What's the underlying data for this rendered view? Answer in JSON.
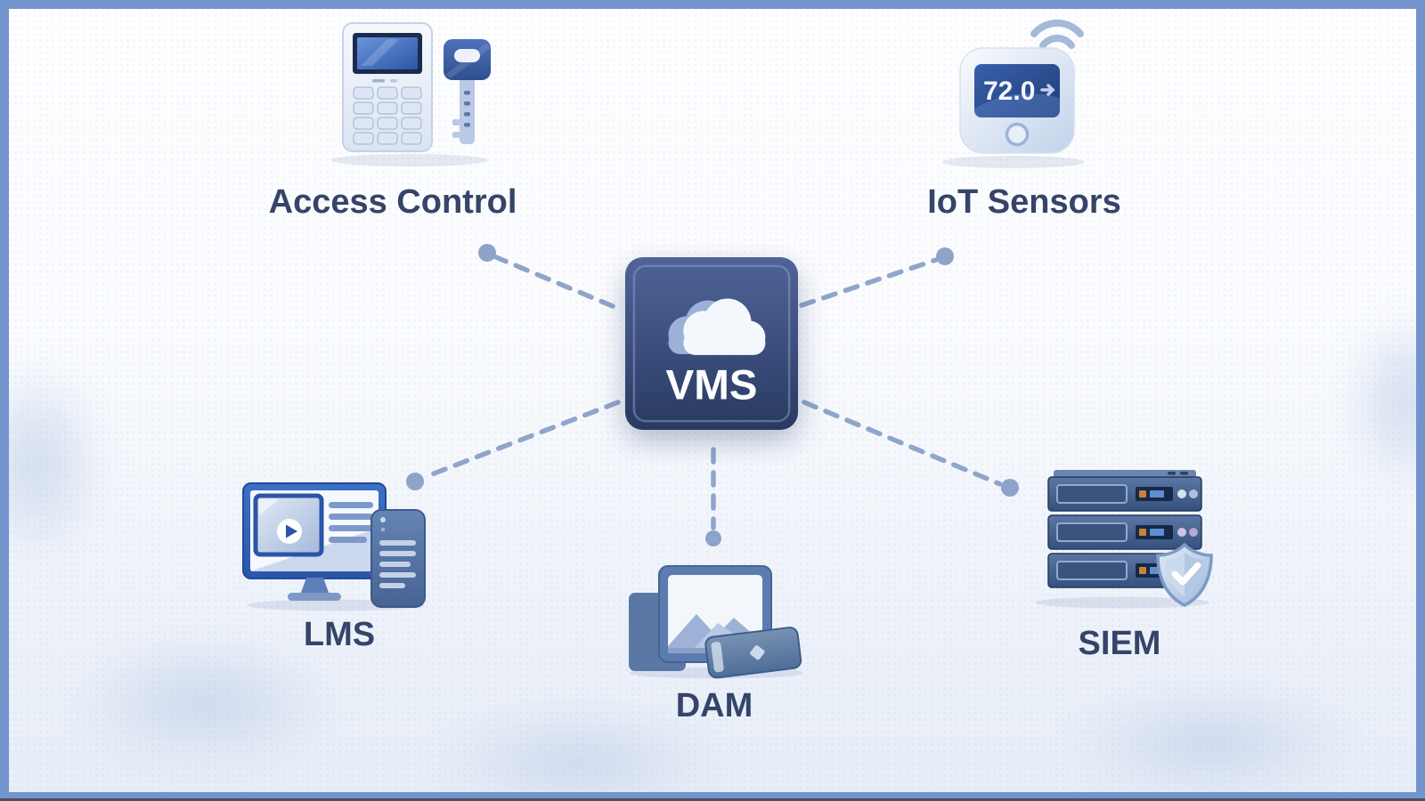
{
  "diagram": {
    "type": "hub-and-spoke integration diagram",
    "center_node": {
      "id": "vms",
      "label": "VMS",
      "icon": "cloud-icon"
    },
    "nodes": [
      {
        "id": "access-control",
        "label": "Access Control",
        "icon": "keypad-and-key-icon"
      },
      {
        "id": "iot-sensors",
        "label": "IoT Sensors",
        "icon": "smart-thermostat-wifi-icon",
        "display_value": "72.0"
      },
      {
        "id": "lms",
        "label": "LMS",
        "icon": "monitor-and-phone-icon"
      },
      {
        "id": "dam",
        "label": "DAM",
        "icon": "image-frame-assets-icon"
      },
      {
        "id": "siem",
        "label": "SIEM",
        "icon": "server-stack-shield-icon"
      }
    ],
    "connections": [
      {
        "from": "vms",
        "to": "access-control",
        "style": "dashed",
        "endpoint": "dot"
      },
      {
        "from": "vms",
        "to": "iot-sensors",
        "style": "dashed",
        "endpoint": "dot"
      },
      {
        "from": "vms",
        "to": "lms",
        "style": "dashed",
        "endpoint": "dot"
      },
      {
        "from": "vms",
        "to": "dam",
        "style": "dashed",
        "endpoint": "dot"
      },
      {
        "from": "vms",
        "to": "siem",
        "style": "dashed",
        "endpoint": "dot"
      }
    ]
  },
  "colors": {
    "frame_border": "#7494cd",
    "label_text": "#354468",
    "connector": "#90a5ca",
    "vms_box_top": "#4f6296",
    "vms_box_bottom": "#2a3c63",
    "background_top": "#fefeff",
    "background_bottom": "#e7edf7"
  }
}
